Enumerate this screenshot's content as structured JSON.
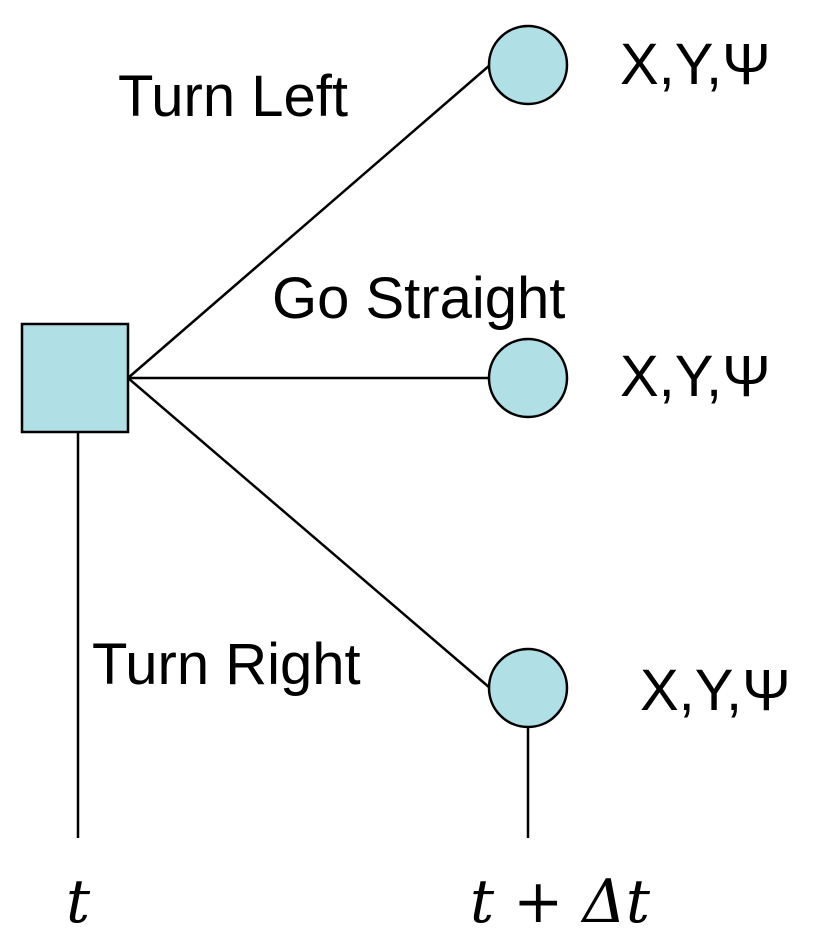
{
  "colors": {
    "node_fill": "#b0e0e6",
    "stroke": "#000000",
    "background": "#ffffff"
  },
  "branches": {
    "left": {
      "action": "Turn Left",
      "state": "X,Y,Ψ"
    },
    "straight": {
      "action": "Go Straight",
      "state": "X,Y,Ψ"
    },
    "right": {
      "action": "Turn Right",
      "state": "X,Y,Ψ"
    }
  },
  "time_axis": {
    "start": "t",
    "end": "t + Δt"
  }
}
